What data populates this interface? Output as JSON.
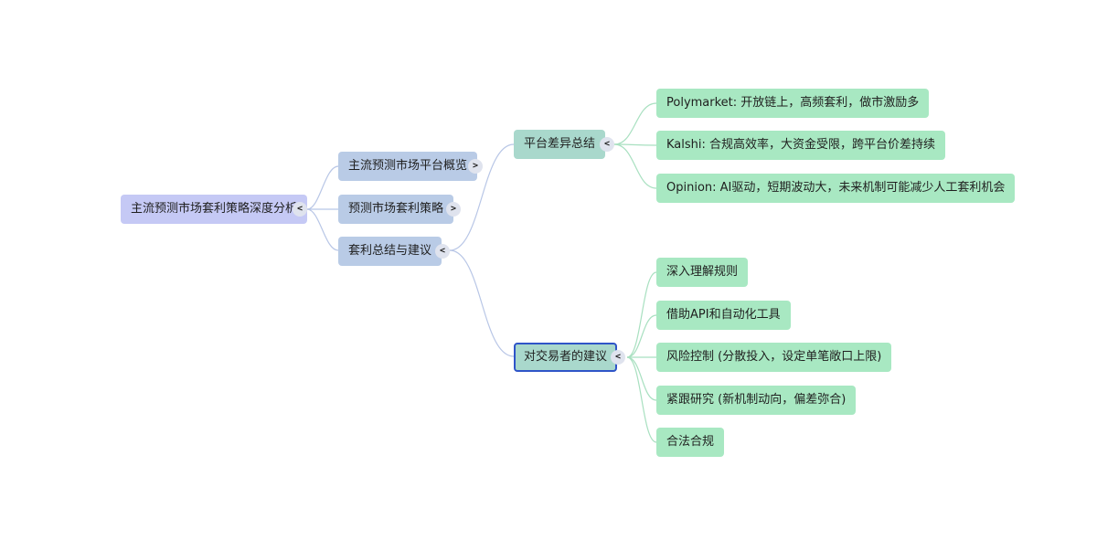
{
  "root": {
    "label": "主流预测市场套利策略深度分析",
    "toggle": "<"
  },
  "branches": [
    {
      "label": "主流预测市场平台概览",
      "toggle": ">"
    },
    {
      "label": "预测市场套利策略",
      "toggle": ">"
    },
    {
      "label": "套利总结与建议",
      "toggle": "<"
    }
  ],
  "summary_children": [
    {
      "label": "平台差异总结",
      "toggle": "<"
    },
    {
      "label": "对交易者的建议",
      "toggle": "<"
    }
  ],
  "platform_diff_items": [
    "Polymarket: 开放链上，高频套利，做市激励多",
    "Kalshi: 合规高效率，大资金受限，跨平台价差持续",
    "Opinion: AI驱动，短期波动大，未来机制可能减少人工套利机会"
  ],
  "advice_items": [
    "深入理解规则",
    "借助API和自动化工具",
    "风险控制 (分散投入，设定单笔敞口上限)",
    "紧跟研究 (新机制动向，偏差弥合)",
    "合法合规"
  ],
  "colors": {
    "root": "#c5c9f5",
    "level1": "#b9cbe6",
    "level2": "#a9d8cc",
    "leaf": "#a8e8c2",
    "selected_border": "#2f55c8",
    "edge_blue": "#b8c6e6",
    "edge_green": "#a8e0c0"
  }
}
